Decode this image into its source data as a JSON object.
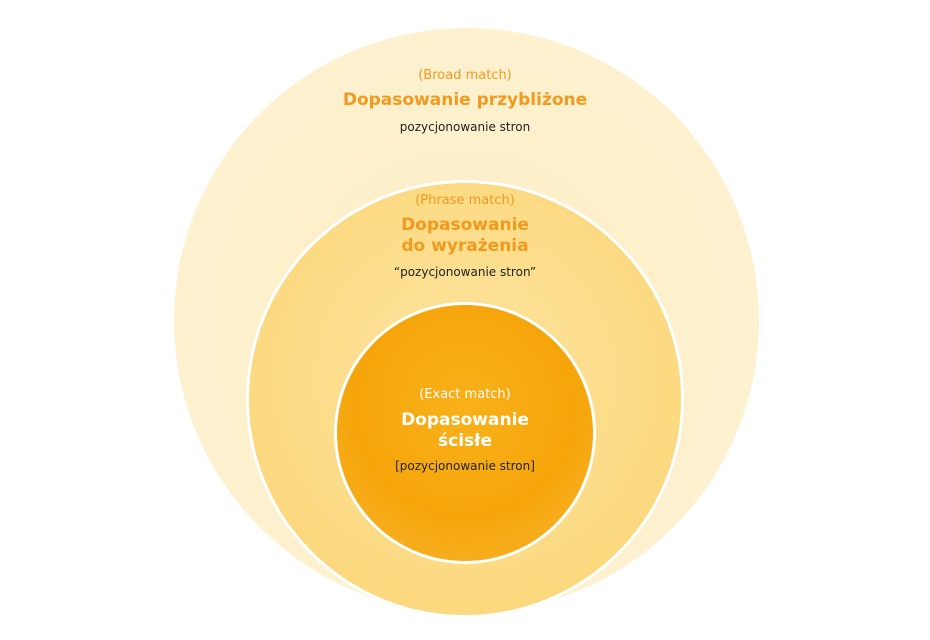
{
  "rings": [
    {
      "id": "broad",
      "subtitle": "(Broad match)",
      "title_lines": [
        "Dopasowanie przybliżone"
      ],
      "keyword": "pozycjonowanie stron"
    },
    {
      "id": "phrase",
      "subtitle": "(Phrase match)",
      "title_lines": [
        "Dopasowanie",
        "do wyrażenia"
      ],
      "keyword": "“pozycjonowanie stron”"
    },
    {
      "id": "exact",
      "subtitle": "(Exact match)",
      "title_lines": [
        "Dopasowanie",
        "ścisłe"
      ],
      "keyword": "[pozycjonowanie stron]"
    }
  ],
  "colors": {
    "accent": "#f29a1e",
    "broad_fill": "#fdf0cd",
    "phrase_fill": "#fcd97f",
    "exact_fill": "#f5a50a",
    "text_dark": "#222222",
    "text_light": "#ffffff"
  }
}
